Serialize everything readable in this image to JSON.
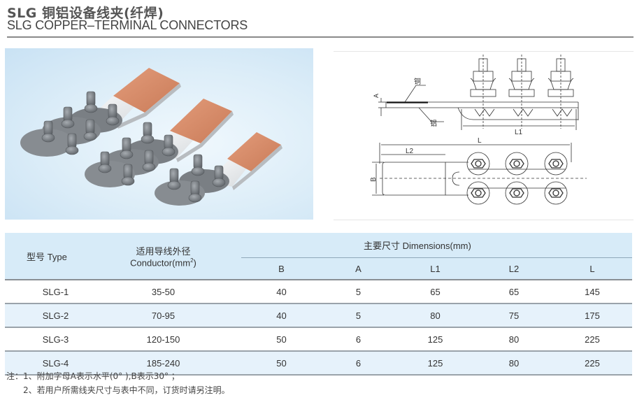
{
  "header": {
    "title_cn": "SLG 铜铝设备线夹(纤焊)",
    "title_en": "SLG COPPER–TERMINAL CONNECTORS"
  },
  "product_photo": {
    "description": "Three SLG copper-aluminium terminal connectors with bolted clamps and copper palm plates",
    "palm_color": "#d98b68",
    "clamp_color": "#7d8287",
    "background_color": "#d6eaf7"
  },
  "drawing": {
    "labels": {
      "copper": "铜",
      "aluminium": "铝",
      "A": "A",
      "L1": "L1",
      "L2": "L2",
      "L": "L",
      "B": "B"
    }
  },
  "table": {
    "col_type": "型号 Type",
    "col_conductor_cn": "适用导线外径",
    "col_conductor_en": "Conductor(mm",
    "col_conductor_sup": "2",
    "col_conductor_close": ")",
    "col_dimensions": "主要尺寸 Dimensions(mm)",
    "dim_columns": [
      "B",
      "A",
      "L1",
      "L2",
      "L"
    ],
    "rows": [
      {
        "type": "SLG-1",
        "conductor": "35-50",
        "B": "40",
        "A": "5",
        "L1": "65",
        "L2": "65",
        "L": "145"
      },
      {
        "type": "SLG-2",
        "conductor": "70-95",
        "B": "40",
        "A": "5",
        "L1": "80",
        "L2": "75",
        "L": "175"
      },
      {
        "type": "SLG-3",
        "conductor": "120-150",
        "B": "50",
        "A": "6",
        "L1": "125",
        "L2": "80",
        "L": "225"
      },
      {
        "type": "SLG-4",
        "conductor": "185-240",
        "B": "50",
        "A": "6",
        "L1": "125",
        "L2": "80",
        "L": "225"
      }
    ]
  },
  "notes": {
    "line1": "注：1、附加字母A表示水平(0°  ),B表示30°  ；",
    "line2": "2、若用户所需线夹尺寸与表中不同，订货时请另注明。"
  }
}
